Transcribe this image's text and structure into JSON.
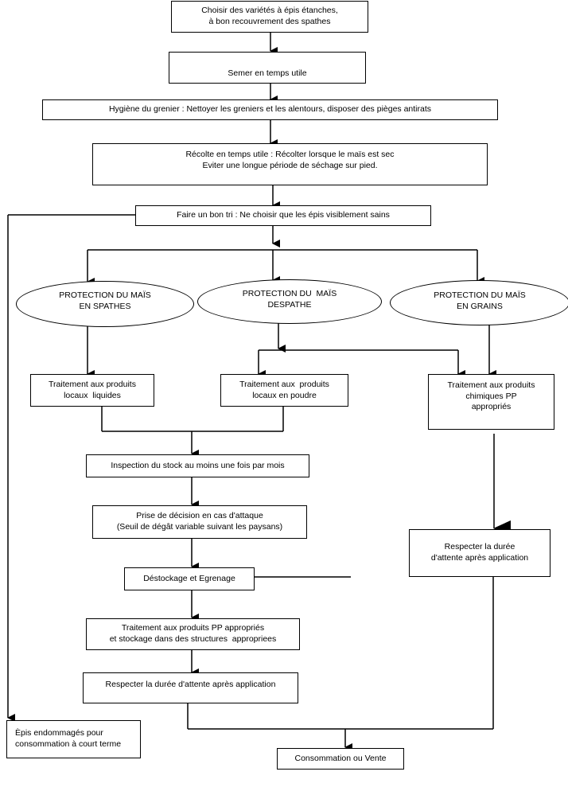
{
  "steps": {
    "varieties": [
      "Choisir des variétés à épis étanches,",
      "à bon recouvrement des spathes"
    ],
    "sow": "Semer en temps utile",
    "hygiene": "Hygiène du grenier : Nettoyer les greniers et les alentours, disposer des pièges antirats",
    "harvest": [
      "Récolte en temps utile : Récolter lorsque le maïs est sec",
      "Eviter une longue période de séchage sur pied."
    ],
    "sort": "Faire un bon tri : Ne choisir que les épis visiblement sains",
    "protect_spathes": [
      "PROTECTION DU MAÏS",
      "EN SPATHES"
    ],
    "protect_despathe": [
      "PROTECTION DU  MAÏS",
      "DESPATHE"
    ],
    "protect_grains": [
      "PROTECTION DU MAÏS",
      "EN GRAINS"
    ],
    "treat_liquid": [
      "Traitement aux produits",
      "locaux  liquides"
    ],
    "treat_powder": [
      "Traitement aux  produits",
      "locaux en poudre"
    ],
    "treat_chemical": [
      "Traitement aux produits",
      "chimiques PP",
      "appropriés"
    ],
    "inspection": "Inspection du stock au moins une fois par mois",
    "decision": [
      "Prise de décision en cas d'attaque",
      "(Seuil de dégât variable suivant les paysans)"
    ],
    "destock": "Déstockage et Egrenage",
    "treat_store": [
      "Traitement aux produits PP appropriés",
      "et stockage dans des structures  appropriees"
    ],
    "wait_left": "Respecter la durée d'attente après application",
    "wait_right": [
      "Respecter la durée",
      "d'attente après application"
    ],
    "damaged": [
      "Èpis endommagés pour",
      "consommation à court terme"
    ],
    "final": "Consommation ou Vente"
  }
}
